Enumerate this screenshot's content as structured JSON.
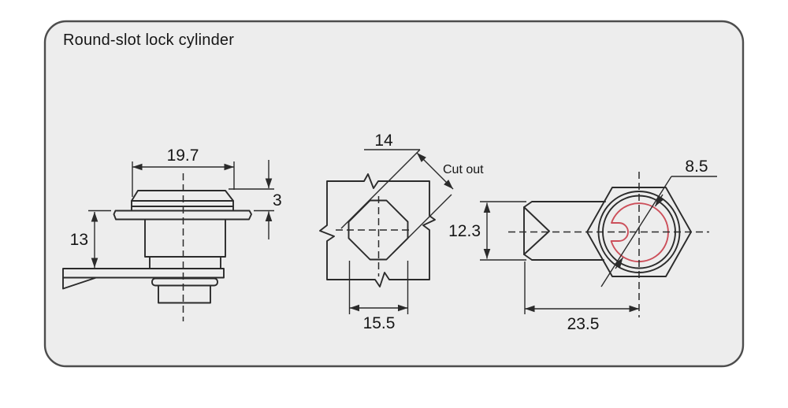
{
  "title": "Round-slot lock cylinder",
  "views": {
    "side_view": {
      "dims": {
        "cap_width": "19.7",
        "cap_height": "3",
        "body_height": "13"
      }
    },
    "cutout_view": {
      "label": "Cut out",
      "dims": {
        "diagonal": "14",
        "width": "15.5"
      }
    },
    "face_view": {
      "dims": {
        "slot_diameter": "8.5",
        "height": "12.3",
        "length": "23.5"
      }
    }
  },
  "colors": {
    "line": "#2b2b2b",
    "highlight": "#cc4f5a",
    "panel_bg": "#ededed",
    "panel_border": "#4d4d4d",
    "text": "#161616"
  }
}
